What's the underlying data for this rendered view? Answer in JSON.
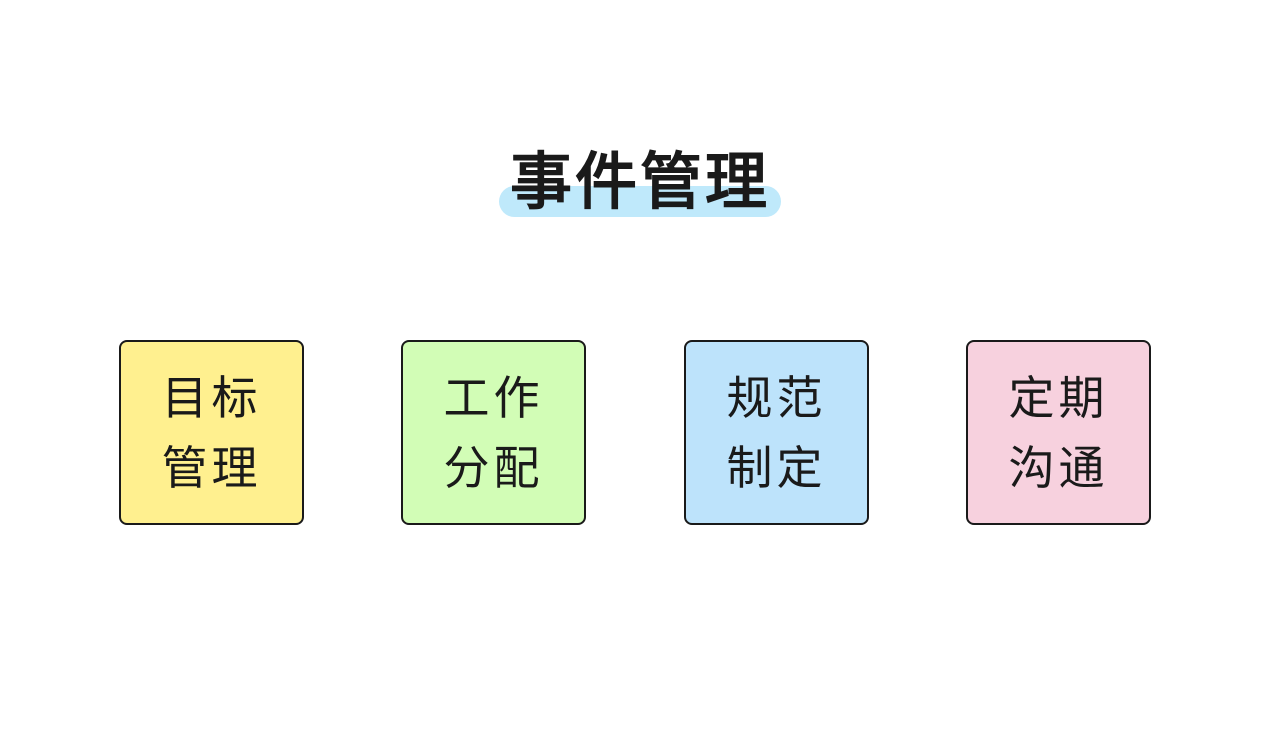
{
  "title": {
    "text": "事件管理",
    "highlight_color": "#bfe9fb"
  },
  "cards": [
    {
      "lines": [
        "目标",
        "管理"
      ],
      "color": "#fff08f"
    },
    {
      "lines": [
        "工作",
        "分配"
      ],
      "color": "#d2fdb6"
    },
    {
      "lines": [
        "规范",
        "制定"
      ],
      "color": "#bde3fb"
    },
    {
      "lines": [
        "定期",
        "沟通"
      ],
      "color": "#f7d1de"
    }
  ]
}
